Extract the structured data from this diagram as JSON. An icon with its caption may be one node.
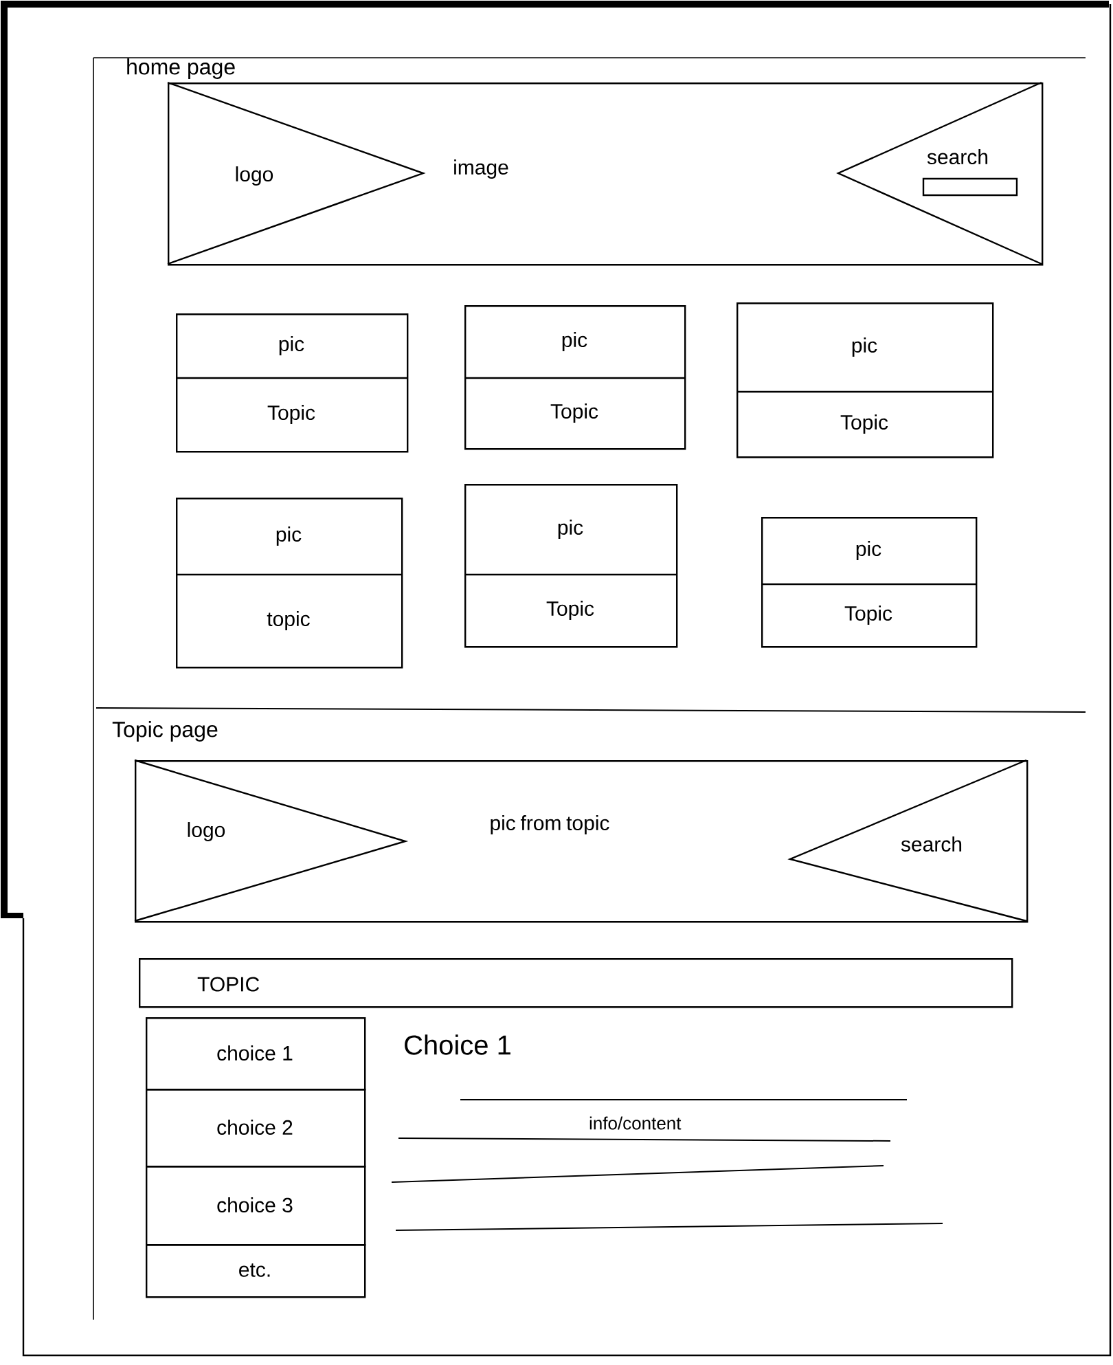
{
  "diagram": {
    "nodes": [
      {
        "text": [
          "logo",
          "image",
          "search"
        ]
      },
      {
        "text": [
          "pic",
          "Topic"
        ]
      },
      {
        "text": [
          "pic",
          "Topic"
        ]
      },
      {
        "text": [
          "pic",
          "Topic"
        ]
      },
      {
        "text": [
          "pic",
          "topic"
        ]
      },
      {
        "text": [
          "pic",
          "Topic"
        ]
      },
      {
        "text": [
          "pic",
          "Topic"
        ]
      },
      {
        "text": [
          "logo",
          "pic from topic",
          "search"
        ]
      },
      {
        "text": [
          "TOPIC"
        ]
      },
      {
        "text": [
          "choice 1"
        ]
      },
      {
        "text": [
          "choice 2"
        ]
      },
      {
        "text": [
          "choice 3"
        ]
      },
      {
        "text": [
          "etc."
        ]
      }
    ],
    "labels": [
      "home page",
      "Topic page",
      "Choice 1",
      "info/content"
    ]
  }
}
